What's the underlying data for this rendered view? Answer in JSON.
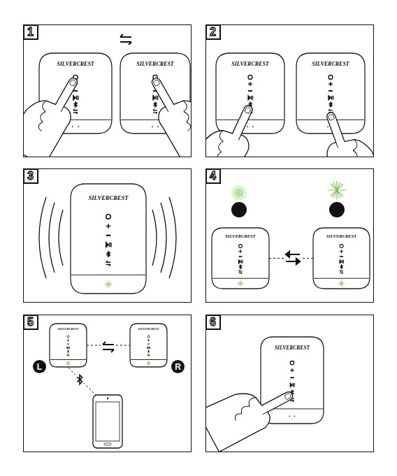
{
  "diagram": {
    "nodes": [
      {
        "text": [
          "1"
        ]
      },
      {
        "text": [
          "SILVERCREST"
        ],
        "in": 0
      },
      {
        "text": [
          "SILVERCREST"
        ],
        "in": 0
      },
      {
        "text": [
          "2"
        ]
      },
      {
        "text": [
          "SILVERCREST"
        ],
        "in": 3
      },
      {
        "text": [
          "SILVERCREST"
        ],
        "in": 3
      },
      {
        "text": [
          "3"
        ]
      },
      {
        "text": [
          "SILVERCREST"
        ],
        "in": 6
      },
      {
        "text": [
          "4"
        ]
      },
      {
        "text": [
          "SILVERCREST"
        ],
        "in": 8
      },
      {
        "text": [
          "SILVERCREST"
        ],
        "in": 8
      },
      {
        "text": [
          "5"
        ]
      },
      {
        "text": [
          "L"
        ],
        "in": 11
      },
      {
        "text": [
          "SILVERCREST"
        ],
        "in": 11
      },
      {
        "text": [
          "SILVERCREST"
        ],
        "in": 11
      },
      {
        "text": [
          "R"
        ],
        "in": 11
      },
      {
        "text": [
          "6"
        ]
      },
      {
        "text": [
          "SILVERCREST"
        ],
        "in": 16
      }
    ],
    "edges": [
      {
        "from": 9,
        "to": 10,
        "arrow": "none"
      },
      {
        "from": 13,
        "to": 14,
        "arrow": "none"
      }
    ]
  }
}
